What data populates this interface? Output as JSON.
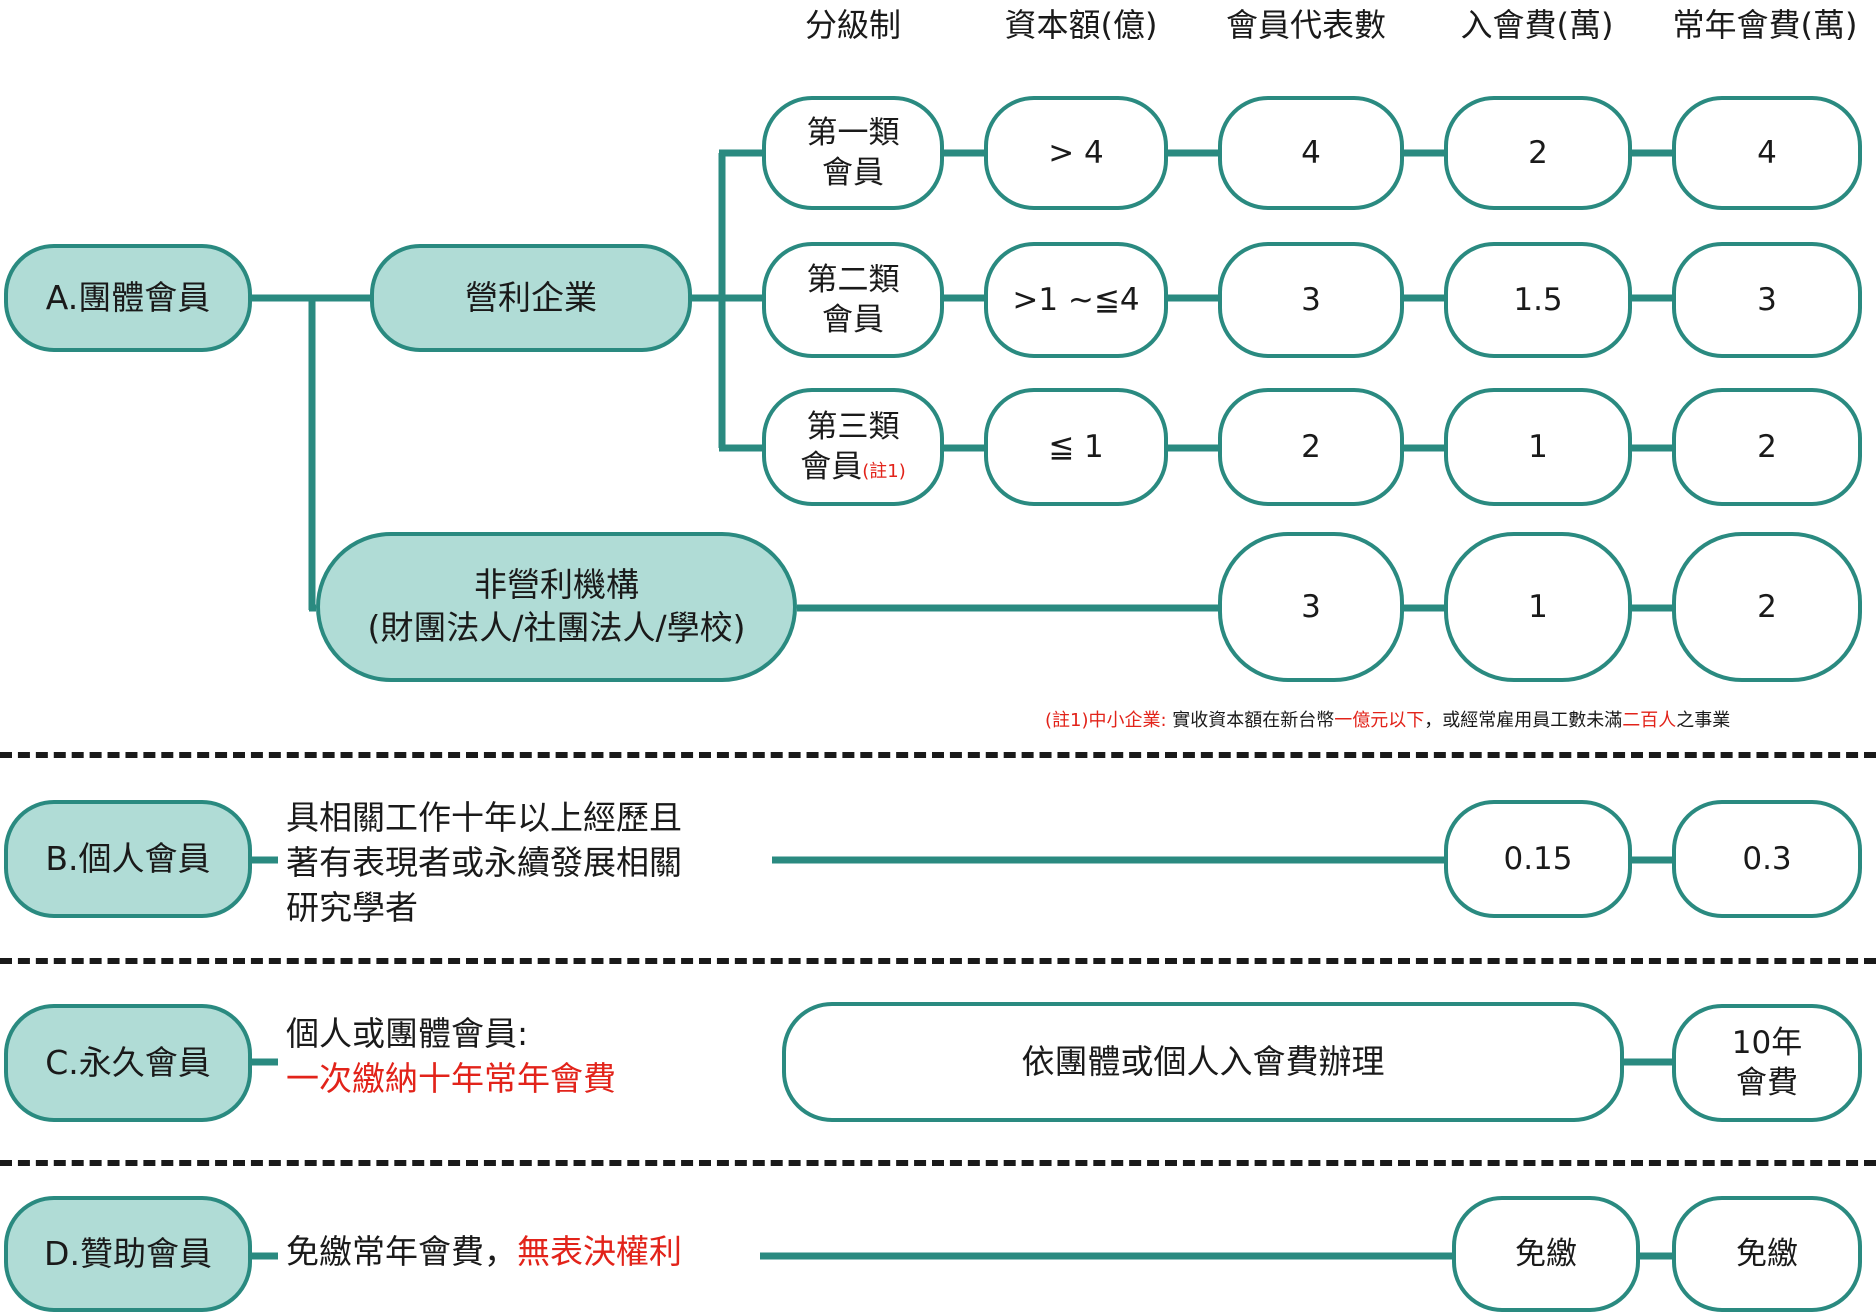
{
  "headers": {
    "tier": "分級制",
    "capital": "資本額(億)",
    "reps": "會員代表數",
    "join_fee": "入會費(萬)",
    "annual_fee": "常年會費(萬)"
  },
  "a": {
    "label": "A.團體會員",
    "profit": "營利企業",
    "nonprofit_line1": "非營利機構",
    "nonprofit_line2": "(財團法人/社團法人/學校)",
    "tiers": [
      {
        "line1": "第一類",
        "line2": "會員",
        "capital": "> 4",
        "reps": "4",
        "join": "2",
        "annual": "4"
      },
      {
        "line1": "第二類",
        "line2": "會員",
        "capital": ">1 ~≦4",
        "reps": "3",
        "join": "1.5",
        "annual": "3"
      },
      {
        "line1": "第三類",
        "line2": "會員",
        "note_ref": "(註1)",
        "capital": "≦ 1",
        "reps": "2",
        "join": "1",
        "annual": "2"
      }
    ],
    "nonprofit_values": {
      "reps": "3",
      "join": "1",
      "annual": "2"
    },
    "footnote": {
      "ref": "(註1)中小企業:",
      "t1": " 實收資本額在新台幣",
      "r1": "一億元以下",
      "t2": "，或經常雇用員工數未滿",
      "r2": "二百人",
      "t3": "之事業"
    }
  },
  "b": {
    "label": "B.個人會員",
    "lines": [
      "具相關工作十年以上經歷且",
      "著有表現者或永續發展相關",
      "研究學者"
    ],
    "join": "0.15",
    "annual": "0.3"
  },
  "c": {
    "label": "C.永久會員",
    "line1": "個人或團體會員:",
    "line2": "一次繳納十年常年會費",
    "join": "依團體或個人入會費辦理",
    "annual_line1": "10年",
    "annual_line2": "會費"
  },
  "d": {
    "label": "D.贊助會員",
    "text": "免繳常年會費，",
    "text_red": "無表決權利",
    "join": "免繳",
    "annual": "免繳"
  },
  "colors": {
    "accent": "#2a8a80",
    "fill": "#b0dcd6",
    "highlight": "#e2231a"
  }
}
